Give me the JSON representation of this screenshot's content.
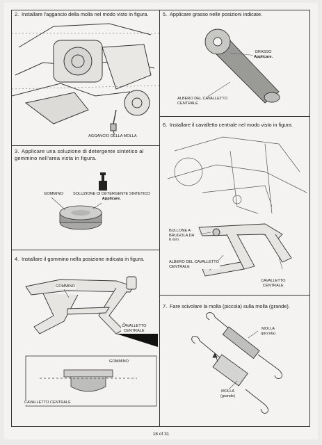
{
  "page": {
    "number": "18 of 31"
  },
  "steps": {
    "s2": {
      "num": "2.",
      "text": "Installare l'aggancio della molla nel modo visto in figura."
    },
    "s3": {
      "num": "3.",
      "text": "Applicare una soluzione di detergente sintetico al gemmino nell'area vista in figura."
    },
    "s4": {
      "num": "4.",
      "text": "Installare il gommino nella posizione indicata in figura."
    },
    "s5": {
      "num": "5.",
      "text": "Applicare grasso nelle posizioni indicate."
    },
    "s6": {
      "num": "6.",
      "text": "Installare il cavalletto centrale nel modo visto in figura."
    },
    "s7": {
      "num": "7.",
      "text": "Fare scivolare la molla (piccola) sulla molla (grande)."
    }
  },
  "labels": {
    "aggancio_molla": "AGGANCIO DELLA MOLLA",
    "gommino_1": "GOMMINO",
    "soluzione": "SOLUZIONE DI DETERGENTE SINTETICO",
    "applicare_1": "Applicare.",
    "gommino_2": "GOMMINO",
    "cavalletto_centrale_1a": "CAVALLETTO",
    "cavalletto_centrale_1b": "CENTRALE",
    "gommino_3": "GOMMINO",
    "cavalletto_centrale_2": "CAVALLETTO CENTRALE",
    "grasso": "GRASSO",
    "applicare_2": "Applicare.",
    "albero_1a": "ALBERO DEL CAVALLETTO",
    "albero_1b": "CENTRALE",
    "bullone_a": "BULLONE A",
    "bullone_b": "BRUGOLA DA",
    "bullone_c": "6 mm",
    "albero_2a": "ALBERO DEL CAVALLETTO",
    "albero_2b": "CENTRALE",
    "cavalletto_centrale_3a": "CAVALLETTO",
    "cavalletto_centrale_3b": "CENTRALE",
    "molla_piccola_a": "MOLLA",
    "molla_piccola_b": "(piccola)",
    "molla_grande_a": "MOLLA",
    "molla_grande_b": "(grande)"
  }
}
